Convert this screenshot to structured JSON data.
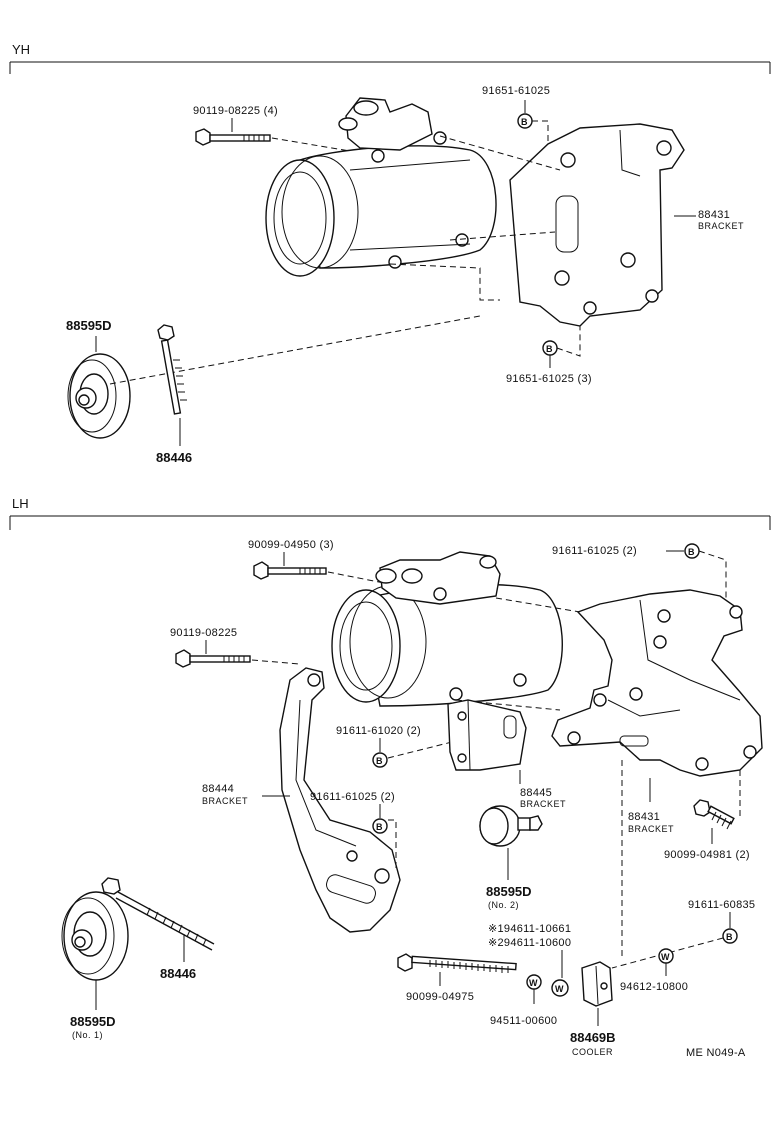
{
  "sections": {
    "top": "YH",
    "bottom": "LH"
  },
  "top": {
    "bolt_a": "90119-08225 (4)",
    "nut_top": "91651-61025",
    "bracket_no": "88431",
    "bracket_name": "BRACKET",
    "nut_bottom": "91651-61025 (3)",
    "pulley": "88595D",
    "idler_bolt": "88446",
    "nut_mark": "B"
  },
  "bottom": {
    "bolt_a": "90099-04950 (3)",
    "bolt_b": "90119-08225",
    "bolt_top_right": "91611-61025 (2)",
    "bolt_mid": "91611-61020 (2)",
    "bracket_left_no": "88444",
    "bracket_left_name": "BRACKET",
    "bolt_left": "91611-61025 (2)",
    "bracket_small_no": "88445",
    "bracket_small_name": "BRACKET",
    "bracket_right_no": "88431",
    "bracket_right_name": "BRACKET",
    "bolt_right": "90099-04981 (2)",
    "pulley2_no": "88595D",
    "pulley2_note": "(No. 2)",
    "bolt_far_right": "91611-60835",
    "collar1": "※194611-10661",
    "collar2": "※294611-10600",
    "washer_right": "94612-10800",
    "long_bolt": "90099-04975",
    "washer_left": "94511-00600",
    "cooler_no": "88469B",
    "cooler_name": "COOLER",
    "idler_bolt": "88446",
    "pulley1_no": "88595D",
    "pulley1_note": "(No. 1)",
    "mark_b": "B",
    "mark_w": "W"
  },
  "figure_code": "ME  N049-A"
}
